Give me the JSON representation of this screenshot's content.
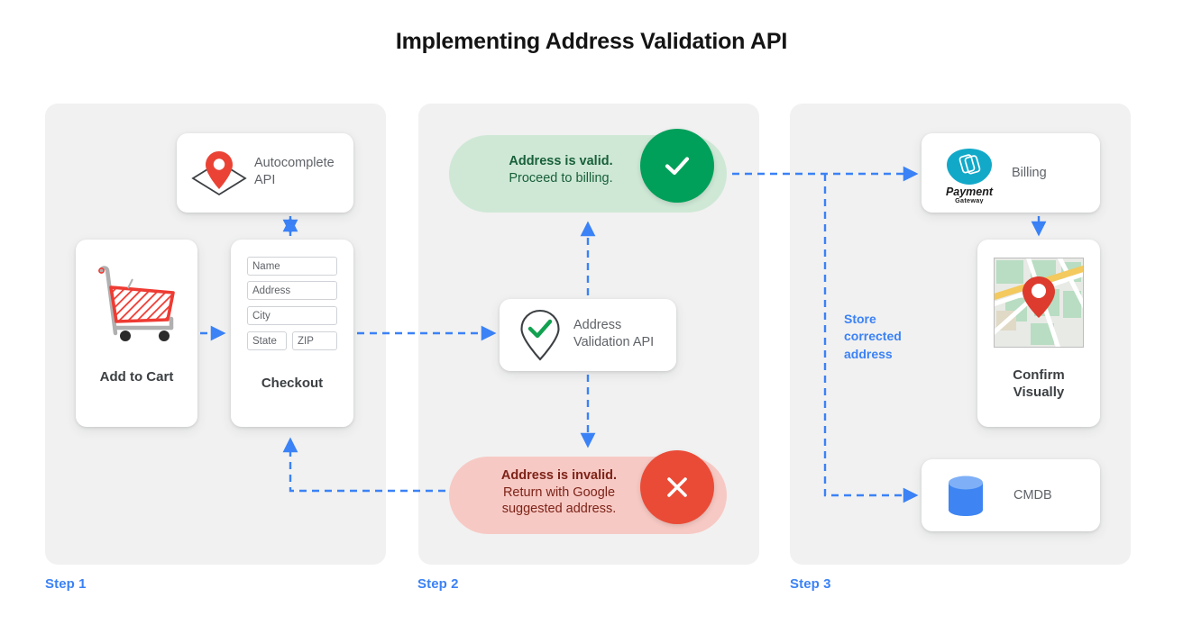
{
  "page": {
    "title": "Implementing Address Validation API",
    "accent_blue": "#3b82f6",
    "panel_bg": "#f1f1f1",
    "valid_green": "#00a05a",
    "invalid_red": "#ea4b37"
  },
  "steps": [
    {
      "label": "Step 1"
    },
    {
      "label": "Step 2"
    },
    {
      "label": "Step 3"
    }
  ],
  "step1": {
    "autocomplete_card": {
      "label": "Autocomplete\nAPI",
      "label_line1": "Autocomplete",
      "label_line2": "API",
      "icon": "map-pin-envelope-icon"
    },
    "cart_card": {
      "title": "Add to Cart",
      "icon": "shopping-cart-icon"
    },
    "checkout_card": {
      "title": "Checkout",
      "fields": [
        {
          "name": "name",
          "placeholder": "Name"
        },
        {
          "name": "address",
          "placeholder": "Address"
        },
        {
          "name": "city",
          "placeholder": "City"
        },
        {
          "name": "state",
          "placeholder": "State"
        },
        {
          "name": "zip",
          "placeholder": "ZIP"
        }
      ]
    }
  },
  "step2": {
    "valid_pill": {
      "headline": "Address is valid.",
      "subline": "Proceed to billing.",
      "badge_icon": "check-icon",
      "badge_color": "#00a05a",
      "bg": "#cfe8d6"
    },
    "invalid_pill": {
      "headline": "Address is invalid.",
      "subline1": "Return with Google",
      "subline2": "suggested address.",
      "badge_icon": "close-x-icon",
      "badge_color": "#ea4b37",
      "bg": "#f7c9c4"
    },
    "validation_card": {
      "label_line1": "Address",
      "label_line2": "Validation API",
      "icon": "pin-check-icon"
    }
  },
  "step3": {
    "billing_card": {
      "label": "Billing",
      "logo_name": "Payment",
      "logo_sub": "Gateway",
      "icon": "payment-gateway-icon"
    },
    "confirm_card": {
      "title_line1": "Confirm",
      "title_line2": "Visually",
      "icon": "map-thumbnail-icon"
    },
    "cmdb_card": {
      "label": "CMDB",
      "icon": "database-cylinder-icon"
    },
    "store_note": {
      "line1": "Store",
      "line2": "corrected",
      "line3": "address"
    }
  }
}
